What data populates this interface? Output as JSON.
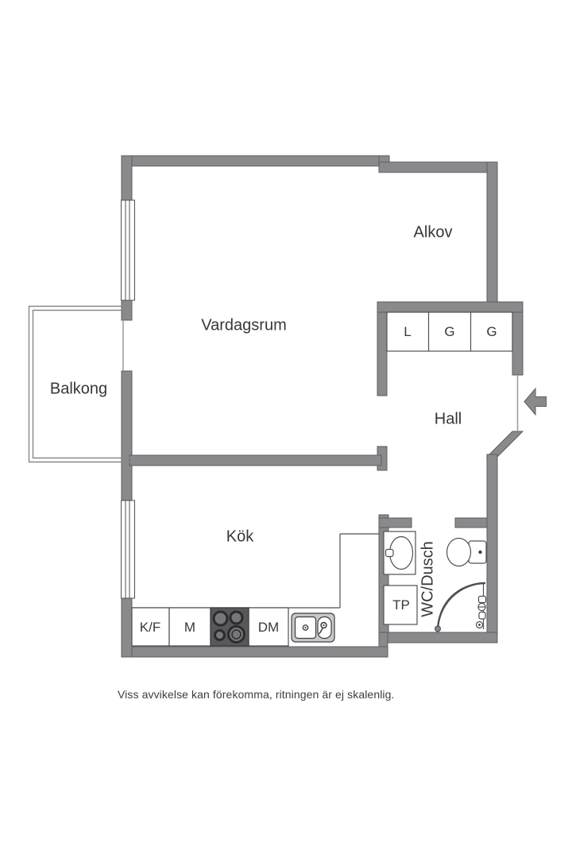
{
  "rooms": {
    "vardagsrum": "Vardagsrum",
    "alkov": "Alkov",
    "balkong": "Balkong",
    "hall": "Hall",
    "kok": "Kök",
    "wc_dusch": "WC/Dusch"
  },
  "closets": [
    "L",
    "G",
    "G"
  ],
  "kitchen": {
    "kf": "K/F",
    "m": "M",
    "dm": "DM"
  },
  "laundry": {
    "tp": "TP"
  },
  "disclaimer": "Viss avvikelse kan förekomma, ritningen är ej skalenlig.",
  "colors": {
    "wall": "#8a8a8d",
    "wall_edge": "#5e5e62",
    "line": "#4f4f52",
    "text": "#37373a",
    "stove": "#58585b",
    "burner": "#2c2c2e",
    "burner_fill": "#77777a",
    "sink_rim": "#c9c9cb"
  }
}
